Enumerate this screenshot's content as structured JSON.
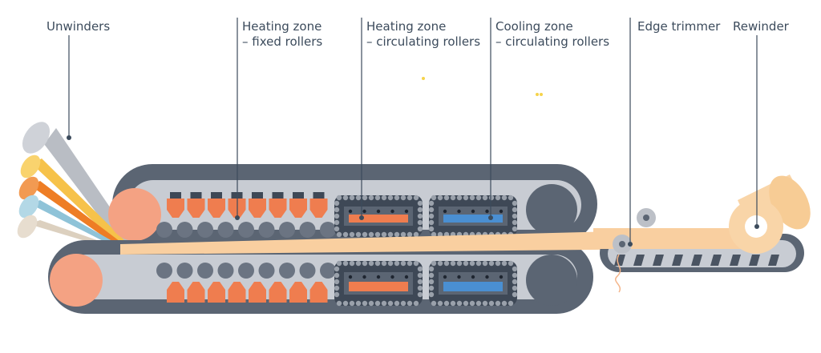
{
  "labels": {
    "unwinders": "Unwinders",
    "heating_fixed_line1": "Heating zone",
    "heating_fixed_line2": "– fixed rollers",
    "heating_circ_line1": "Heating zone",
    "heating_circ_line2": "– circulating rollers",
    "cooling_circ_line1": "Cooling zone",
    "cooling_circ_line2": "– circulating rollers",
    "edge_trimmer": "Edge trimmer",
    "rewinder": "Rewinder"
  },
  "colors": {
    "belt_dark": "#5b6573",
    "belt_light": "#c8ccd3",
    "heater_orange": "#ef7d4f",
    "roller_salmon": "#f4a283",
    "cooler_blue": "#4a8fd2",
    "film": "#f9cfa0",
    "label_text": "#3c4b5c"
  }
}
